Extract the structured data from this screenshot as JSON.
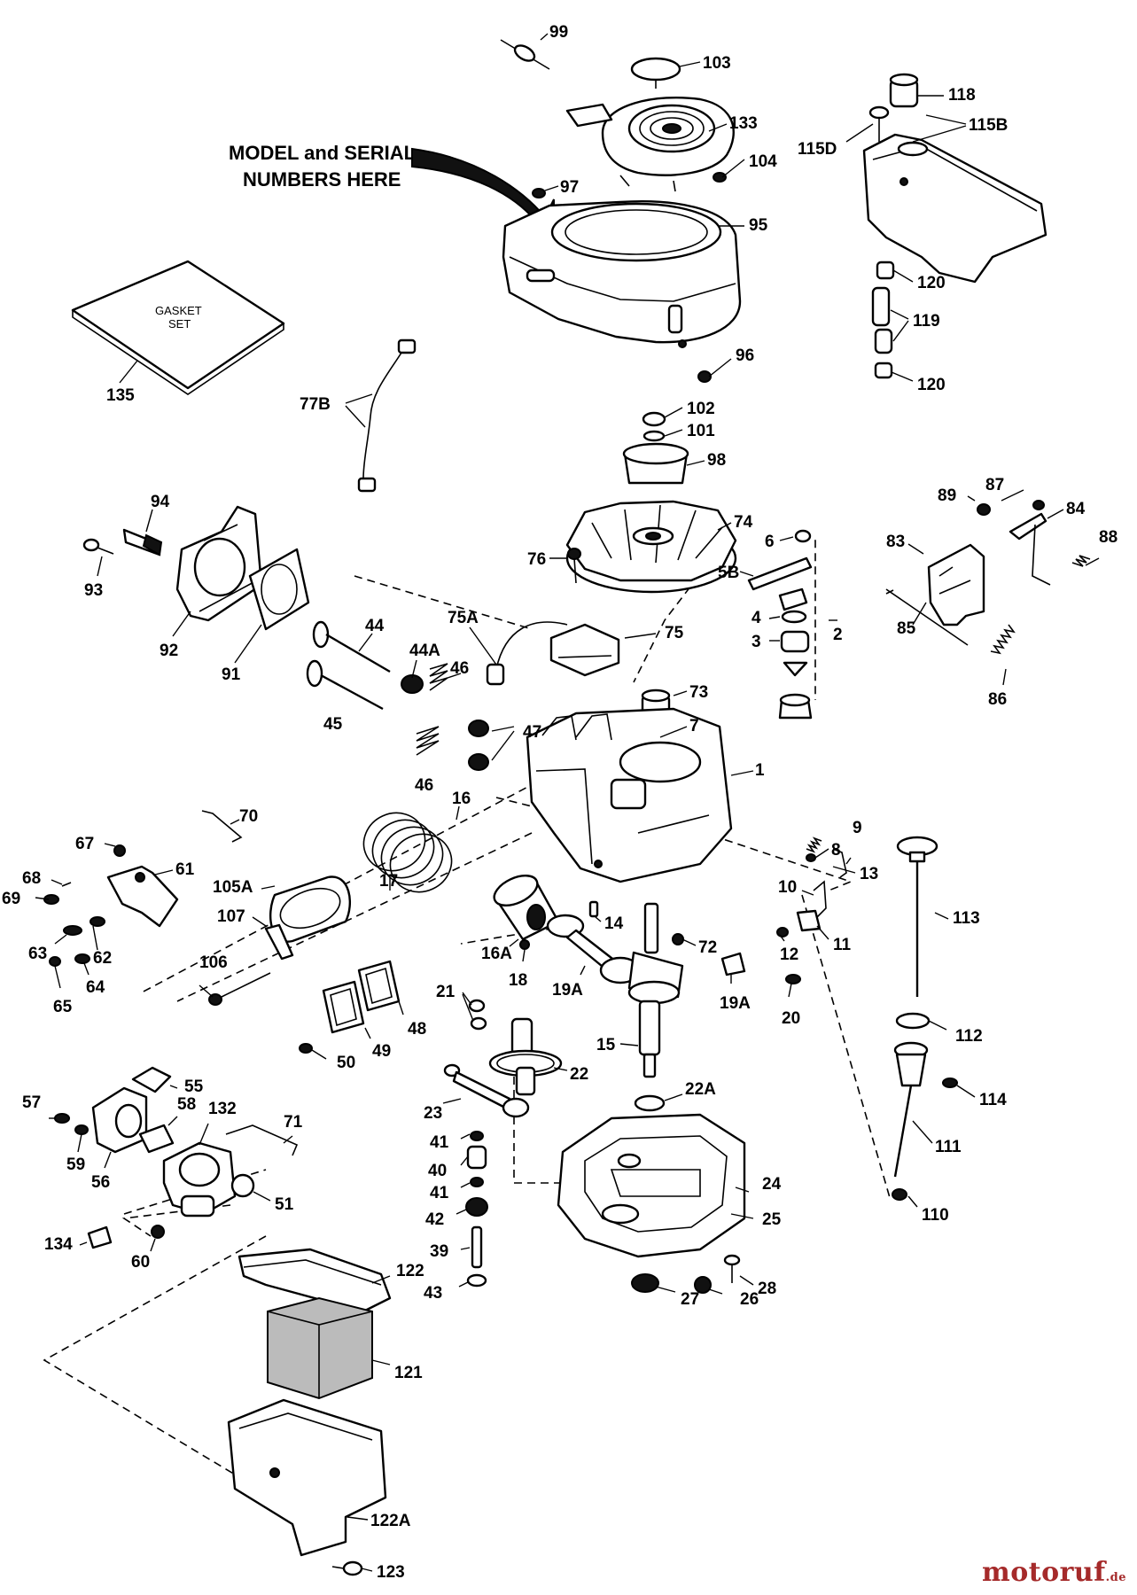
{
  "diagram": {
    "note_line1": "MODEL and SERIAL",
    "note_line2": "NUMBERS HERE",
    "gasket_line1": "GASKET",
    "gasket_line2": "SET"
  },
  "labels": [
    {
      "id": "p99",
      "text": "99"
    },
    {
      "id": "p103",
      "text": "103"
    },
    {
      "id": "p133",
      "text": "133"
    },
    {
      "id": "p104",
      "text": "104"
    },
    {
      "id": "p97",
      "text": "97"
    },
    {
      "id": "p95",
      "text": "95"
    },
    {
      "id": "p96",
      "text": "96"
    },
    {
      "id": "p118",
      "text": "118"
    },
    {
      "id": "p115b",
      "text": "115B"
    },
    {
      "id": "p115d",
      "text": "115D"
    },
    {
      "id": "p120a",
      "text": "120"
    },
    {
      "id": "p119",
      "text": "119"
    },
    {
      "id": "p120b",
      "text": "120"
    },
    {
      "id": "p135",
      "text": "135"
    },
    {
      "id": "p77b",
      "text": "77B"
    },
    {
      "id": "p102",
      "text": "102"
    },
    {
      "id": "p101",
      "text": "101"
    },
    {
      "id": "p98",
      "text": "98"
    },
    {
      "id": "p74",
      "text": "74"
    },
    {
      "id": "p6",
      "text": "6"
    },
    {
      "id": "p76",
      "text": "76"
    },
    {
      "id": "p5b",
      "text": "5B"
    },
    {
      "id": "p4",
      "text": "4"
    },
    {
      "id": "p3",
      "text": "3"
    },
    {
      "id": "p2",
      "text": "2"
    },
    {
      "id": "p94",
      "text": "94"
    },
    {
      "id": "p93",
      "text": "93"
    },
    {
      "id": "p92",
      "text": "92"
    },
    {
      "id": "p91",
      "text": "91"
    },
    {
      "id": "p44",
      "text": "44"
    },
    {
      "id": "p44a",
      "text": "44A"
    },
    {
      "id": "p45",
      "text": "45"
    },
    {
      "id": "p75a",
      "text": "75A"
    },
    {
      "id": "p75",
      "text": "75"
    },
    {
      "id": "p46a",
      "text": "46"
    },
    {
      "id": "p47",
      "text": "47"
    },
    {
      "id": "p46b",
      "text": "46"
    },
    {
      "id": "p73",
      "text": "73"
    },
    {
      "id": "p7",
      "text": "7"
    },
    {
      "id": "p87",
      "text": "87"
    },
    {
      "id": "p89",
      "text": "89"
    },
    {
      "id": "p84",
      "text": "84"
    },
    {
      "id": "p83",
      "text": "83"
    },
    {
      "id": "p88",
      "text": "88"
    },
    {
      "id": "p85",
      "text": "85"
    },
    {
      "id": "p86",
      "text": "86"
    },
    {
      "id": "p1",
      "text": "1"
    },
    {
      "id": "p70",
      "text": "70"
    },
    {
      "id": "p16",
      "text": "16"
    },
    {
      "id": "p17",
      "text": "17"
    },
    {
      "id": "p9",
      "text": "9"
    },
    {
      "id": "p8",
      "text": "8"
    },
    {
      "id": "p13",
      "text": "13"
    },
    {
      "id": "p67",
      "text": "67"
    },
    {
      "id": "p61",
      "text": "61"
    },
    {
      "id": "p68",
      "text": "68"
    },
    {
      "id": "p69",
      "text": "69"
    },
    {
      "id": "p105a",
      "text": "105A"
    },
    {
      "id": "p107",
      "text": "107"
    },
    {
      "id": "p63",
      "text": "63"
    },
    {
      "id": "p62",
      "text": "62"
    },
    {
      "id": "p64",
      "text": "64"
    },
    {
      "id": "p65",
      "text": "65"
    },
    {
      "id": "p106",
      "text": "106"
    },
    {
      "id": "p16a",
      "text": "16A"
    },
    {
      "id": "p14",
      "text": "14"
    },
    {
      "id": "p10",
      "text": "10"
    },
    {
      "id": "p11",
      "text": "11"
    },
    {
      "id": "p12",
      "text": "12"
    },
    {
      "id": "p113",
      "text": "113"
    },
    {
      "id": "p72",
      "text": "72"
    },
    {
      "id": "p18",
      "text": "18"
    },
    {
      "id": "p19a1",
      "text": "19A"
    },
    {
      "id": "p19a2",
      "text": "19A"
    },
    {
      "id": "p20",
      "text": "20"
    },
    {
      "id": "p21",
      "text": "21"
    },
    {
      "id": "p48",
      "text": "48"
    },
    {
      "id": "p49",
      "text": "49"
    },
    {
      "id": "p50",
      "text": "50"
    },
    {
      "id": "p15",
      "text": "15"
    },
    {
      "id": "p22",
      "text": "22"
    },
    {
      "id": "p112",
      "text": "112"
    },
    {
      "id": "p55",
      "text": "55"
    },
    {
      "id": "p23",
      "text": "23"
    },
    {
      "id": "p22a",
      "text": "22A"
    },
    {
      "id": "p114",
      "text": "114"
    },
    {
      "id": "p57",
      "text": "57"
    },
    {
      "id": "p58",
      "text": "58"
    },
    {
      "id": "p132",
      "text": "132"
    },
    {
      "id": "p71",
      "text": "71"
    },
    {
      "id": "p41a",
      "text": "41"
    },
    {
      "id": "p111",
      "text": "111"
    },
    {
      "id": "p59",
      "text": "59"
    },
    {
      "id": "p56",
      "text": "56"
    },
    {
      "id": "p40",
      "text": "40"
    },
    {
      "id": "p24",
      "text": "24"
    },
    {
      "id": "p41b",
      "text": "41"
    },
    {
      "id": "p51",
      "text": "51"
    },
    {
      "id": "p110",
      "text": "110"
    },
    {
      "id": "p42",
      "text": "42"
    },
    {
      "id": "p25",
      "text": "25"
    },
    {
      "id": "p134",
      "text": "134"
    },
    {
      "id": "p60",
      "text": "60"
    },
    {
      "id": "p39",
      "text": "39"
    },
    {
      "id": "p122",
      "text": "122"
    },
    {
      "id": "p28",
      "text": "28"
    },
    {
      "id": "p43",
      "text": "43"
    },
    {
      "id": "p27",
      "text": "27"
    },
    {
      "id": "p26",
      "text": "26"
    },
    {
      "id": "p121",
      "text": "121"
    },
    {
      "id": "p122a",
      "text": "122A"
    },
    {
      "id": "p123",
      "text": "123"
    }
  ],
  "watermark": {
    "name": "motoruf",
    "tld": ".de"
  }
}
